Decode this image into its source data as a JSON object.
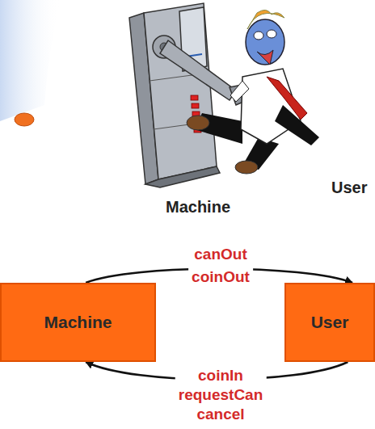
{
  "diagram": {
    "nodes": [
      {
        "text": [
          "Machine"
        ]
      },
      {
        "text": [
          "User"
        ]
      }
    ],
    "edges": [
      {
        "from": 0,
        "to": 1,
        "label": "canOut coinOut",
        "arrow": "to"
      },
      {
        "from": 1,
        "to": 0,
        "label": "coinIn requestCan cancel",
        "arrow": "to"
      }
    ],
    "labels": [
      "Machine",
      "User"
    ]
  }
}
